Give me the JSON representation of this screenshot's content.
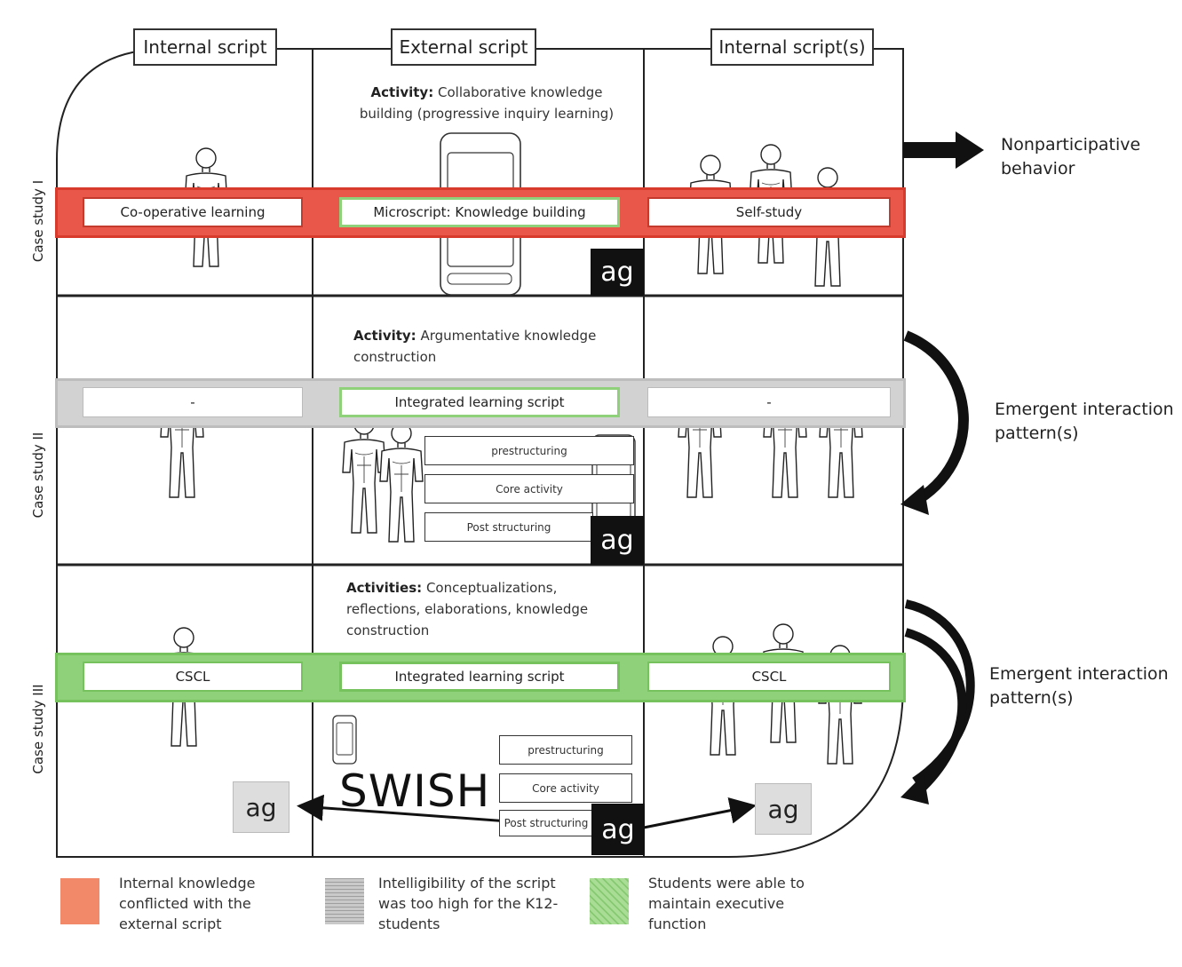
{
  "headers": {
    "col1": "Internal script",
    "col2": "External script",
    "col3": "Internal script(s)"
  },
  "rows": [
    {
      "label": "Case study I",
      "activity_bold": "Activity:",
      "activity_text": "Collaborative knowledge building (progressive inquiry learning)",
      "band_color": "#e8574a",
      "boxes": [
        "Co-operative learning",
        "Microscript: Knowledge building",
        "Self-study"
      ],
      "outcome": "Nonparticipative behavior"
    },
    {
      "label": "Case study II",
      "activity_bold": "Activity:",
      "activity_text": "Argumentative knowledge construction",
      "band_color": "#c8c8c8",
      "boxes": [
        "-",
        "Integrated learning script",
        "-"
      ],
      "steps": [
        "prestructuring",
        "Core activity",
        "Post structuring"
      ],
      "outcome": "Emergent interaction pattern(s)"
    },
    {
      "label": "Case study III",
      "activity_bold": "Activities:",
      "activity_text": "Conceptualizations, reflections, elaborations, knowledge construction",
      "band_color": "#8fd17a",
      "boxes": [
        "CSCL",
        "Integrated learning script",
        "CSCL"
      ],
      "steps": [
        "prestructuring",
        "Core activity",
        "Post structuring"
      ],
      "swish": "SWISH",
      "outcome": "Emergent interaction pattern(s)"
    }
  ],
  "agent_label": "ag",
  "legend": [
    {
      "color": "#f28a6a",
      "text": "Internal knowledge conflicted with the external script"
    },
    {
      "color": "#c9c9c9",
      "text": "Intelligibility of the script was too high for the K12-students"
    },
    {
      "color": "#a9dd96",
      "text": "Students were able to maintain executive function"
    }
  ]
}
